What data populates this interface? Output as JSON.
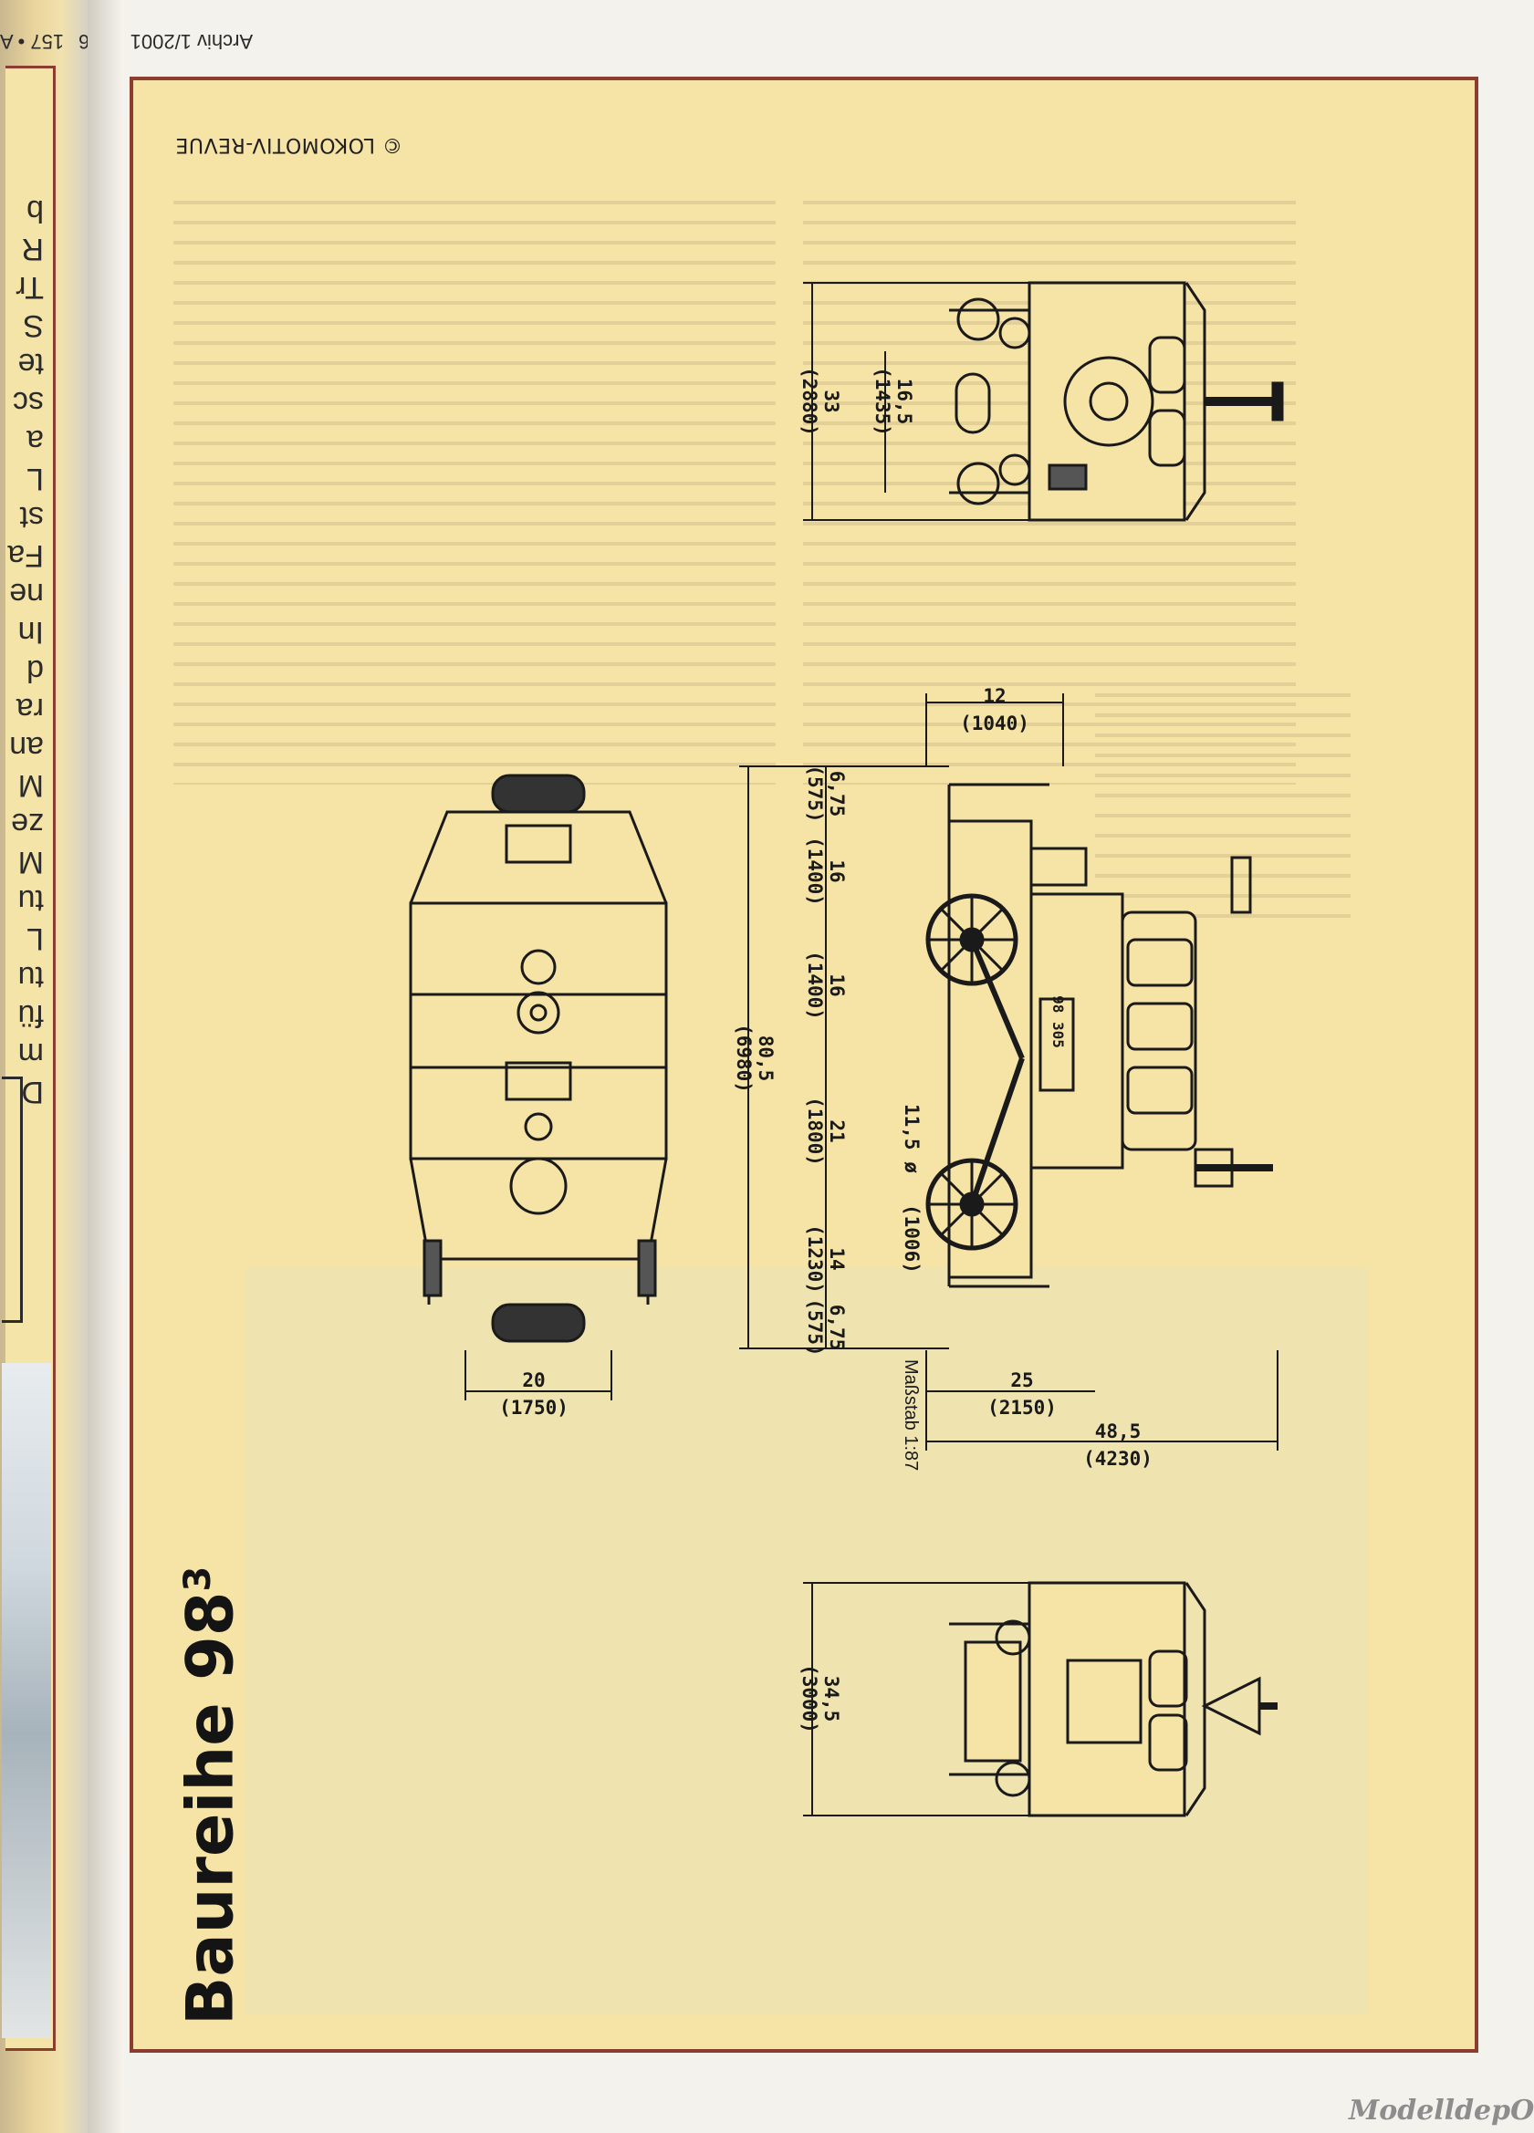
{
  "header": {
    "page_ref_left": "157 • A",
    "page_ref_right": "Archiv 1/2001 • 156"
  },
  "publisher": {
    "copyright": "© LOKOMOTIV-REVUE"
  },
  "left_page": {
    "edge_letters": "D m fü tu L tu M ze M an ra d In ne Fa st L a sc te S Tr R b"
  },
  "title": {
    "main": "Baureihe 98",
    "superscript": "3"
  },
  "scale": {
    "label": "Maßstab 1:87"
  },
  "dimensions": {
    "front_height": [
      "33",
      "(2880)"
    ],
    "front_gauge": [
      "16,5",
      "(1435)"
    ],
    "side_top": [
      "12",
      "(1040)"
    ],
    "side_seg1": [
      "6,75",
      "(575)"
    ],
    "side_seg2": [
      "16",
      "(1400)"
    ],
    "side_seg3": [
      "16",
      "(1400)"
    ],
    "side_seg4": [
      "21",
      "(1800)"
    ],
    "side_seg5": [
      "14",
      "(1230)"
    ],
    "side_seg6": [
      "6,75",
      "(575)"
    ],
    "total_length": [
      "80,5",
      "(6980)"
    ],
    "wheel_dia": [
      "11,5 ø",
      "(1006)"
    ],
    "wheelbase": [
      "25",
      "(2150)"
    ],
    "overall_height": [
      "48,5",
      "(4230)"
    ],
    "top_width": [
      "20",
      "(1750)"
    ],
    "rear_height": [
      "34,5",
      "(3000)"
    ]
  },
  "loco_number": "98 305",
  "watermark": "ModelldepO"
}
